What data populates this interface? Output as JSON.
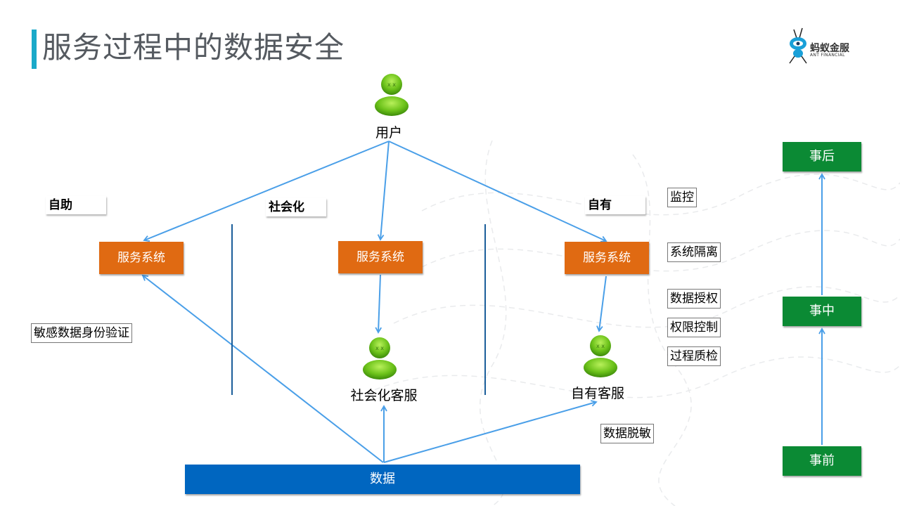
{
  "title": "服务过程中的数据安全",
  "logo": {
    "name": "蚂蚁金服",
    "subtitle": "ANT FINANCIAL"
  },
  "user": {
    "label": "用户"
  },
  "categories": [
    {
      "label": "自助"
    },
    {
      "label": "社会化"
    },
    {
      "label": "自有"
    }
  ],
  "service_systems": [
    {
      "label": "服务系统"
    },
    {
      "label": "服务系统"
    },
    {
      "label": "服务系统"
    }
  ],
  "agents": [
    {
      "label": "社会化客服"
    },
    {
      "label": "自有客服"
    }
  ],
  "data_bar": {
    "label": "数据"
  },
  "tags": {
    "sensitive_auth": "敏感数据身份验证",
    "monitor": "监控",
    "system_isolation": "系统隔离",
    "data_authorization": "数据授权",
    "permission_control": "权限控制",
    "process_qc": "过程质检",
    "data_masking": "数据脱敏"
  },
  "timeline": [
    {
      "label": "事后"
    },
    {
      "label": "事中"
    },
    {
      "label": "事前"
    }
  ],
  "colors": {
    "accent": "#1aa9c9",
    "service_box": "#e06a12",
    "timeline_box": "#0b8a34",
    "data_bar": "#0066c0",
    "arrow": "#4a9fe8",
    "divider": "#1b5e9a"
  }
}
